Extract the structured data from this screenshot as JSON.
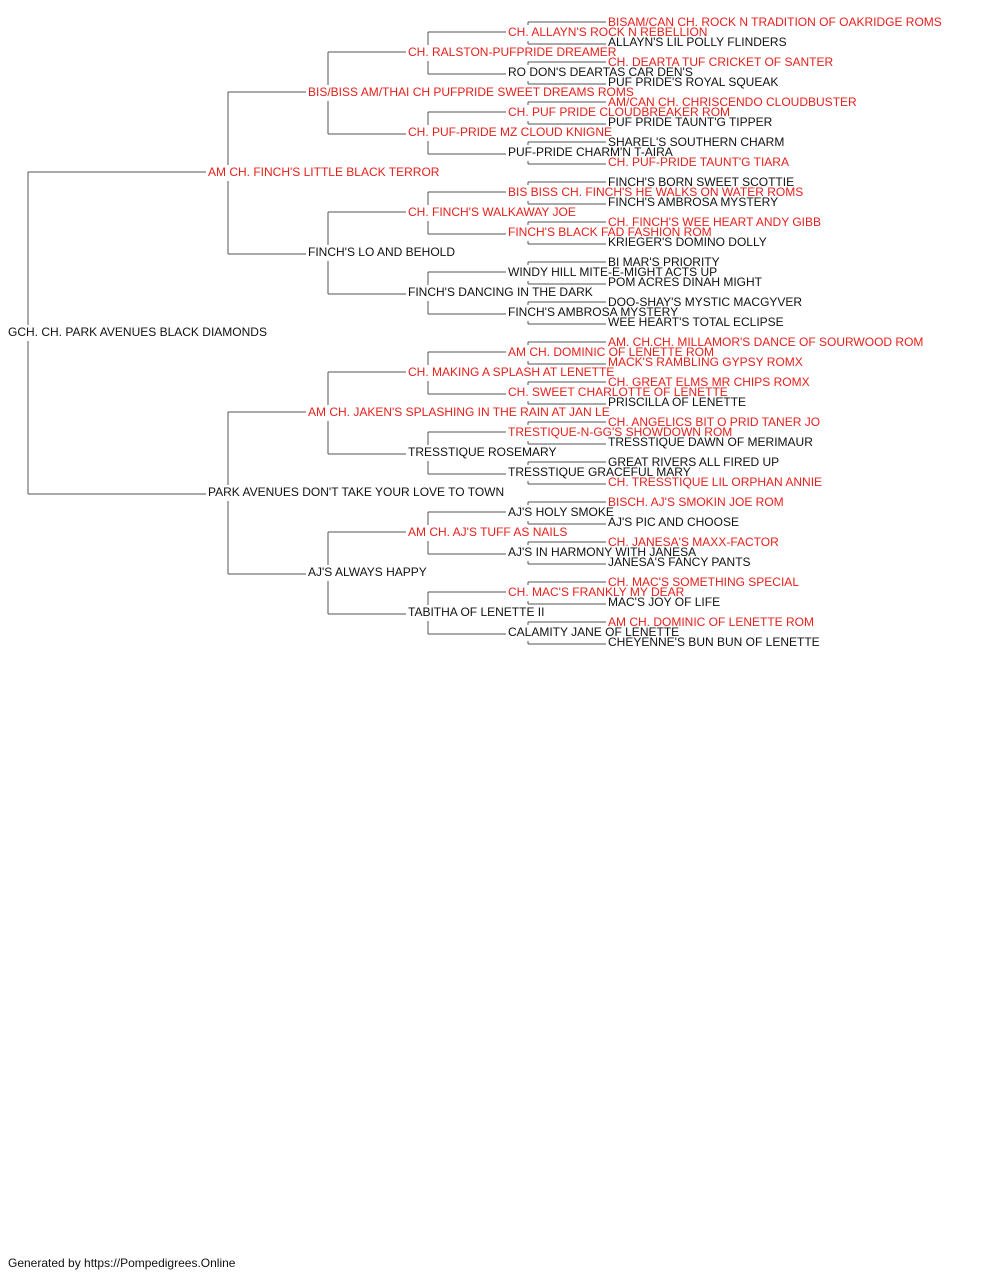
{
  "colors": {
    "champion": "#e8201c",
    "normal": "#111111",
    "connector": "#555555"
  },
  "pedigree": {
    "name": "GCH. CH. PARK AVENUES BLACK DIAMONDS",
    "champion": false,
    "sire": {
      "name": "AM CH. FINCH'S LITTLE BLACK TERROR",
      "champion": true,
      "sire": {
        "name": "BIS/BISS AM/THAI CH PUFPRIDE SWEET DREAMS ROMS",
        "champion": true,
        "sire": {
          "name": "CH. RALSTON-PUFPRIDE DREAMER",
          "champion": true,
          "sire": {
            "name": "CH. ALLAYN'S ROCK N REBELLION",
            "champion": true,
            "sire": {
              "name": "BISAM/CAN CH. ROCK N TRADITION OF OAKRIDGE ROMS",
              "champion": true
            },
            "dam": {
              "name": "ALLAYN'S LIL POLLY FLINDERS",
              "champion": false
            }
          },
          "dam": {
            "name": "RO DON'S DEARTAS CAR DEN'S",
            "champion": false,
            "sire": {
              "name": "CH. DEARTA TUF CRICKET OF SANTER",
              "champion": true
            },
            "dam": {
              "name": "PUF PRIDE'S ROYAL SQUEAK",
              "champion": false
            }
          }
        },
        "dam": {
          "name": "CH. PUF-PRIDE MZ CLOUD KNIGNE",
          "champion": true,
          "sire": {
            "name": "CH. PUF PRIDE CLOUDBREAKER ROM",
            "champion": true,
            "sire": {
              "name": "AM/CAN CH. CHRISCENDO CLOUDBUSTER",
              "champion": true
            },
            "dam": {
              "name": "PUF PRIDE TAUNT'G TIPPER",
              "champion": false
            }
          },
          "dam": {
            "name": "PUF-PRIDE CHARM'N T-AIRA",
            "champion": false,
            "sire": {
              "name": "SHAREL'S SOUTHERN CHARM",
              "champion": false
            },
            "dam": {
              "name": "CH. PUF-PRIDE TAUNT'G TIARA",
              "champion": true
            }
          }
        }
      },
      "dam": {
        "name": "FINCH'S LO AND BEHOLD",
        "champion": false,
        "sire": {
          "name": "CH. FINCH'S WALKAWAY JOE",
          "champion": true,
          "sire": {
            "name": "BIS BISS CH. FINCH'S HE WALKS ON WATER ROMS",
            "champion": true,
            "sire": {
              "name": "FINCH'S BORN SWEET SCOTTIE",
              "champion": false
            },
            "dam": {
              "name": "FINCH'S AMBROSA MYSTERY",
              "champion": false
            }
          },
          "dam": {
            "name": "FINCH'S BLACK FAD FASHION ROM",
            "champion": true,
            "sire": {
              "name": "CH. FINCH'S WEE HEART ANDY GIBB",
              "champion": true
            },
            "dam": {
              "name": "KRIEGER'S DOMINO DOLLY",
              "champion": false
            }
          }
        },
        "dam": {
          "name": "FINCH'S DANCING IN THE DARK",
          "champion": false,
          "sire": {
            "name": "WINDY HILL MITE-E-MIGHT ACTS UP",
            "champion": false,
            "sire": {
              "name": "BI MAR'S PRIORITY",
              "champion": false
            },
            "dam": {
              "name": "POM ACRES DINAH MIGHT",
              "champion": false
            }
          },
          "dam": {
            "name": "FINCH'S AMBROSA MYSTERY",
            "champion": false,
            "sire": {
              "name": "DOO-SHAY'S MYSTIC MACGYVER",
              "champion": false
            },
            "dam": {
              "name": "WEE HEART'S TOTAL ECLIPSE",
              "champion": false
            }
          }
        }
      }
    },
    "dam": {
      "name": "PARK AVENUES DON'T TAKE YOUR LOVE TO TOWN",
      "champion": false,
      "sire": {
        "name": "AM CH. JAKEN'S SPLASHING IN THE RAIN AT JAN LE",
        "champion": true,
        "sire": {
          "name": "CH. MAKING A SPLASH AT LENETTE",
          "champion": true,
          "sire": {
            "name": "AM CH. DOMINIC OF LENETTE ROM",
            "champion": true,
            "sire": {
              "name": "AM. CH.CH. MILLAMOR'S DANCE OF SOURWOOD ROM",
              "champion": true
            },
            "dam": {
              "name": "MACK'S RAMBLING GYPSY ROMX",
              "champion": true
            }
          },
          "dam": {
            "name": "CH. SWEET CHARLOTTE OF LENETTE",
            "champion": true,
            "sire": {
              "name": "CH. GREAT ELMS MR CHIPS ROMX",
              "champion": true
            },
            "dam": {
              "name": "PRISCILLA OF LENETTE",
              "champion": false
            }
          }
        },
        "dam": {
          "name": "TRESSTIQUE ROSEMARY",
          "champion": false,
          "sire": {
            "name": "TRESTIQUE-N-GG'S SHOWDOWN ROM",
            "champion": true,
            "sire": {
              "name": "CH. ANGELICS BIT O PRID TANER JO",
              "champion": true
            },
            "dam": {
              "name": "TRESSTIQUE DAWN OF MERIMAUR",
              "champion": false
            }
          },
          "dam": {
            "name": "TRESSTIQUE GRACEFUL MARY",
            "champion": false,
            "sire": {
              "name": "GREAT RIVERS ALL FIRED UP",
              "champion": false
            },
            "dam": {
              "name": "CH. TRESSTIQUE LIL ORPHAN ANNIE",
              "champion": true
            }
          }
        }
      },
      "dam": {
        "name": "AJ'S ALWAYS HAPPY",
        "champion": false,
        "sire": {
          "name": "AM CH. AJ'S TUFF AS NAILS",
          "champion": true,
          "sire": {
            "name": "AJ'S HOLY SMOKE",
            "champion": false,
            "sire": {
              "name": "BISCH. AJ'S SMOKIN JOE ROM",
              "champion": true
            },
            "dam": {
              "name": "AJ'S PIC AND CHOOSE",
              "champion": false
            }
          },
          "dam": {
            "name": "AJ'S IN HARMONY WITH JANESA",
            "champion": false,
            "sire": {
              "name": "CH. JANESA'S MAXX-FACTOR",
              "champion": true
            },
            "dam": {
              "name": "JANESA'S FANCY PANTS",
              "champion": false
            }
          }
        },
        "dam": {
          "name": "TABITHA OF LENETTE II",
          "champion": false,
          "sire": {
            "name": "CH. MAC'S FRANKLY MY DEAR",
            "champion": true,
            "sire": {
              "name": "CH. MAC'S SOMETHING SPECIAL",
              "champion": true
            },
            "dam": {
              "name": "MAC'S JOY OF LIFE",
              "champion": false
            }
          },
          "dam": {
            "name": "CALAMITY JANE OF LENETTE",
            "champion": false,
            "sire": {
              "name": "AM CH. DOMINIC OF LENETTE ROM",
              "champion": true
            },
            "dam": {
              "name": "CHEYENNE'S BUN BUN OF LENETTE",
              "champion": false
            }
          }
        }
      }
    }
  },
  "footer": {
    "text": "Generated by https://Pompedigrees.Online"
  }
}
